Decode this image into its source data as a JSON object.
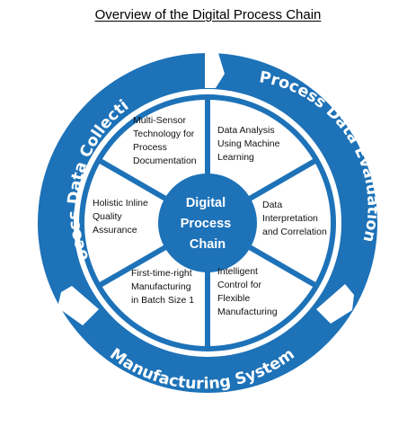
{
  "title": "Overview of the Digital Process Chain",
  "colors": {
    "ring": "#1d72b8",
    "background": "#ffffff",
    "text": "#111111"
  },
  "ring": {
    "left": "Process Data Collection",
    "right": "Process Data Evaluation",
    "bottom": "Manufacturing System"
  },
  "hub": [
    "Digital",
    "Process",
    "Chain"
  ],
  "segments": [
    {
      "lines": [
        "Multi-Sensor",
        "Technology for",
        "Process",
        "Documentation"
      ]
    },
    {
      "lines": [
        "Data Analysis",
        "Using Machine",
        "Learning"
      ]
    },
    {
      "lines": [
        "Data",
        "Interpretation",
        "and Correlation"
      ]
    },
    {
      "lines": [
        "Intelligent",
        "Control for",
        "Flexible",
        "Manufacturing"
      ]
    },
    {
      "lines": [
        "First-time-right",
        "Manufacturing",
        "in Batch Size 1"
      ]
    },
    {
      "lines": [
        "Holistic Inline",
        "Quality",
        "Assurance"
      ]
    }
  ]
}
